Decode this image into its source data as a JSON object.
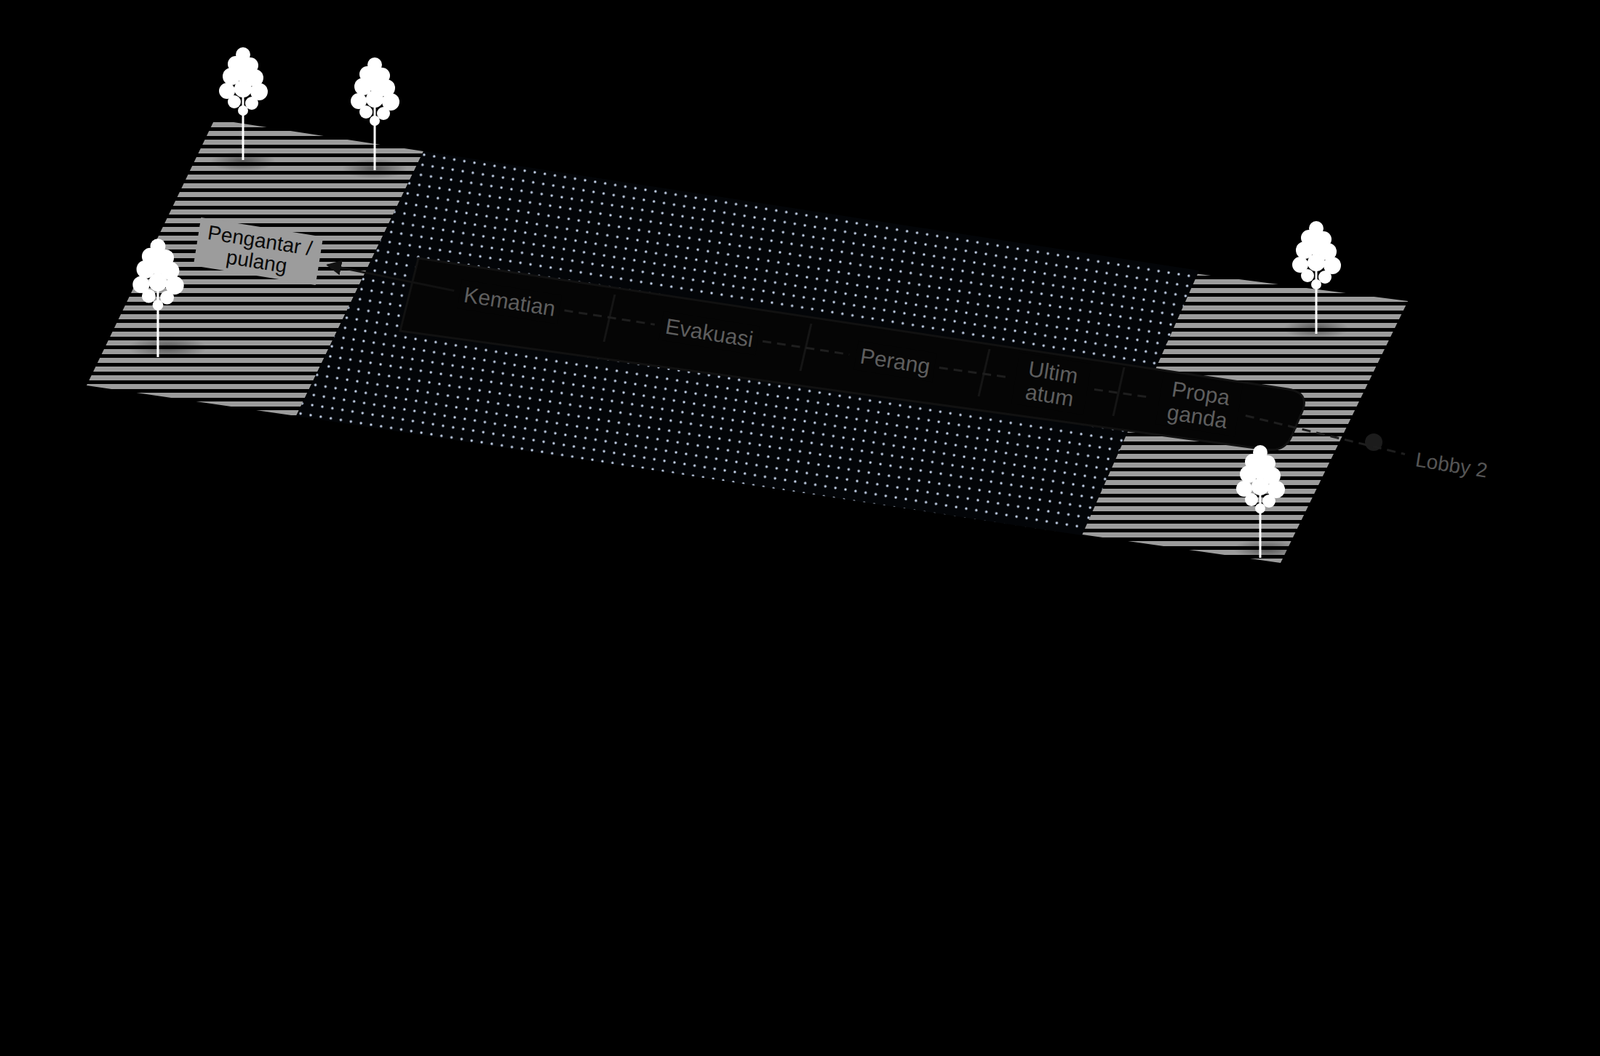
{
  "diagram": {
    "nodes": [
      {
        "text": [
          "Pengantar / pulang"
        ]
      },
      {
        "text": [
          "Kematian"
        ]
      },
      {
        "text": [
          "Evakuasi"
        ]
      },
      {
        "text": [
          "Perang"
        ]
      },
      {
        "text": [
          "Ultim atum"
        ]
      },
      {
        "text": [
          "Propa ganda"
        ]
      },
      {
        "text": [
          "Lobby 2"
        ]
      }
    ],
    "edges": [
      {
        "from": 1,
        "to": 0,
        "arrow": "to"
      },
      {
        "from": 1,
        "to": 2,
        "arrow": "none"
      },
      {
        "from": 2,
        "to": 3,
        "arrow": "none"
      },
      {
        "from": 3,
        "to": 4,
        "arrow": "none"
      },
      {
        "from": 4,
        "to": 5,
        "arrow": "none"
      },
      {
        "from": 5,
        "to": 6,
        "arrow": "none"
      }
    ]
  }
}
